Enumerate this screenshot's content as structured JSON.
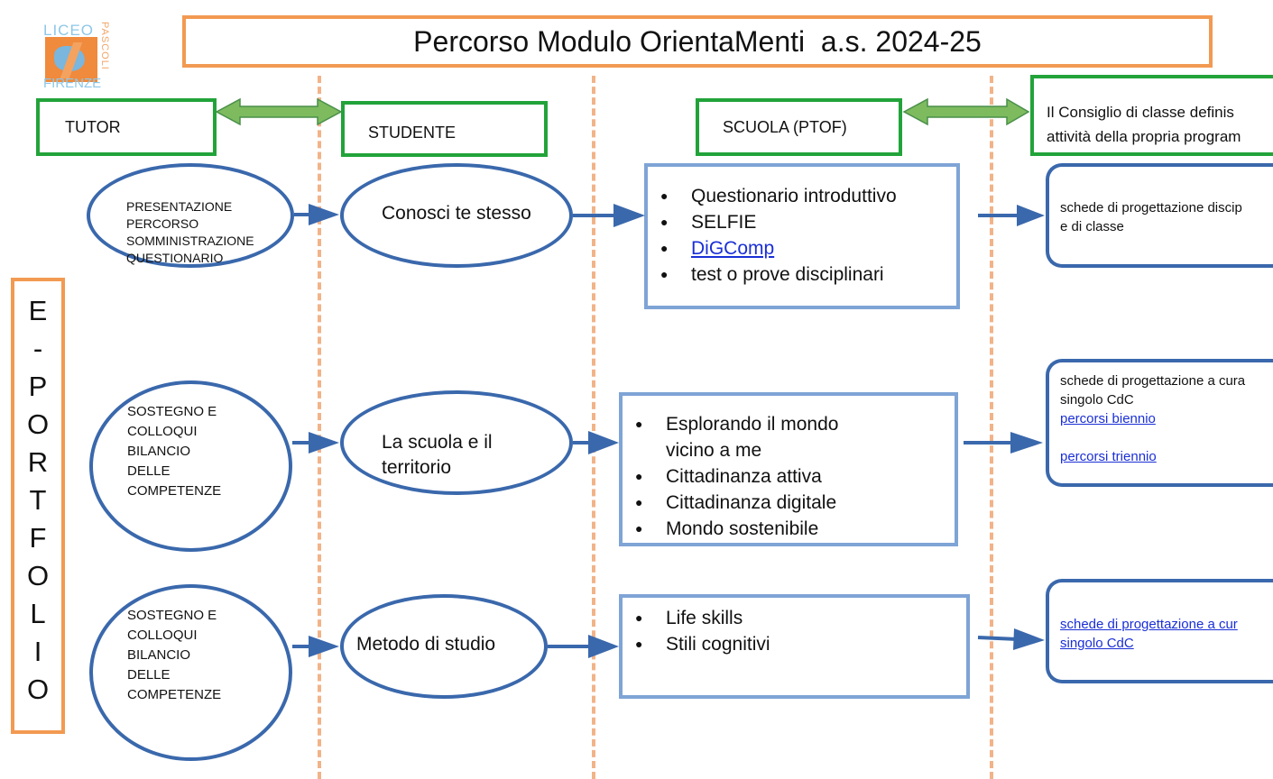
{
  "title": "Percorso Modulo OrientaMenti  a.s. 2024-25",
  "logo": {
    "line1": "LICEO",
    "line2": "FIRENZE",
    "vertical": "PASCOLI"
  },
  "headers": {
    "tutor": "TUTOR",
    "studente": "STUDENTE",
    "scuola": "SCUOLA (PTOF)"
  },
  "consiglio": {
    "line1": "Il Consiglio di classe definis",
    "line2": "attività della propria program"
  },
  "portfolio_letters": [
    "E",
    "-",
    "P",
    "O",
    "R",
    "T",
    "F",
    "O",
    "L",
    "I",
    "O"
  ],
  "rows": [
    {
      "tutor": [
        "PRESENTAZIONE",
        "PERCORSO",
        "SOMMINISTRAZIONE",
        "QUESTIONARIO"
      ],
      "student": [
        "Conosci te stesso"
      ],
      "items": [
        {
          "text": "Questionario introduttivo",
          "link": false
        },
        {
          "text": "SELFIE",
          "link": false
        },
        {
          "text": "DiGComp",
          "link": true
        },
        {
          "text": "test o prove disciplinari",
          "link": false
        }
      ],
      "right": [
        {
          "text": "schede di progettazione discip",
          "link": false
        },
        {
          "text": "e di classe",
          "link": false
        }
      ]
    },
    {
      "tutor": [
        "SOSTEGNO E",
        "COLLOQUI",
        "BILANCIO",
        "DELLE",
        "COMPETENZE"
      ],
      "student": [
        "La scuola e il",
        "territorio"
      ],
      "items": [
        {
          "text": "Esplorando il mondo",
          "link": false
        },
        {
          "text": "vicino a me",
          "link": false
        },
        {
          "text": "Cittadinanza attiva",
          "link": false
        },
        {
          "text": " Cittadinanza digitale",
          "link": false
        },
        {
          "text": "Mondo sostenibile",
          "link": false
        }
      ],
      "right": [
        {
          "text": "schede di progettazione a cura",
          "link": false
        },
        {
          "text": "singolo CdC",
          "link": false
        },
        {
          "text": "percorsi biennio",
          "link": true
        },
        {
          "text": "",
          "link": false
        },
        {
          "text": "percorsi triennio",
          "link": true
        }
      ]
    },
    {
      "tutor": [
        "SOSTEGNO E",
        "COLLOQUI",
        "BILANCIO",
        "DELLE",
        "COMPETENZE"
      ],
      "student": [
        "Metodo di studio"
      ],
      "items": [
        {
          "text": "Life   skills",
          "link": false
        },
        {
          "text": " Stili cognitivi",
          "link": false
        }
      ],
      "right": [
        {
          "text": "schede di  progettazione a cur",
          "link": true
        },
        {
          "text": "singolo CdC",
          "link": true
        }
      ]
    }
  ],
  "colors": {
    "orange": "#f29a52",
    "green": "#22a33a",
    "blue": "#3a68ac",
    "light_blue": "#7fa4d6",
    "arrow_green": "#7dbb5e"
  }
}
